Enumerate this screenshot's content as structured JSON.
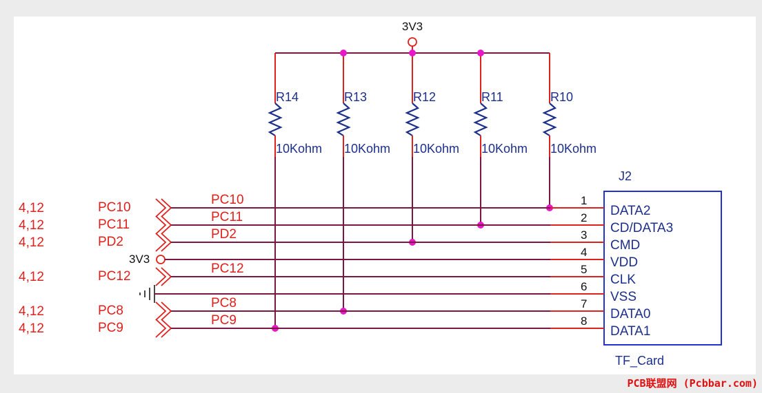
{
  "diagram": {
    "supply_label": "3V3",
    "component": {
      "ref": "J2",
      "name": "TF_Card"
    },
    "resistors": [
      {
        "ref": "R14",
        "value": "10Kohm"
      },
      {
        "ref": "R13",
        "value": "10Kohm"
      },
      {
        "ref": "R12",
        "value": "10Kohm"
      },
      {
        "ref": "R11",
        "value": "10Kohm"
      },
      {
        "ref": "R10",
        "value": "10Kohm"
      }
    ],
    "pins": [
      {
        "num": "1",
        "name": "DATA2"
      },
      {
        "num": "2",
        "name": "CD/DATA3"
      },
      {
        "num": "3",
        "name": "CMD"
      },
      {
        "num": "4",
        "name": "VDD"
      },
      {
        "num": "5",
        "name": "CLK"
      },
      {
        "num": "6",
        "name": "VSS"
      },
      {
        "num": "7",
        "name": "DATA0"
      },
      {
        "num": "8",
        "name": "DATA1"
      }
    ],
    "nets": [
      {
        "sheet_ref": "4,12",
        "port": "PC10",
        "wire_label": "PC10"
      },
      {
        "sheet_ref": "4,12",
        "port": "PC11",
        "wire_label": "PC11"
      },
      {
        "sheet_ref": "4,12",
        "port": "PD2",
        "wire_label": "PD2"
      },
      {
        "power_label": "3V3"
      },
      {
        "sheet_ref": "4,12",
        "port": "PC12",
        "wire_label": "PC12"
      },
      {
        "ground": true
      },
      {
        "sheet_ref": "4,12",
        "port": "PC8",
        "wire_label": "PC8"
      },
      {
        "sheet_ref": "4,12",
        "port": "PC9",
        "wire_label": "PC9"
      }
    ]
  },
  "watermark": "PCB联盟网 (Pcbbar.com)"
}
